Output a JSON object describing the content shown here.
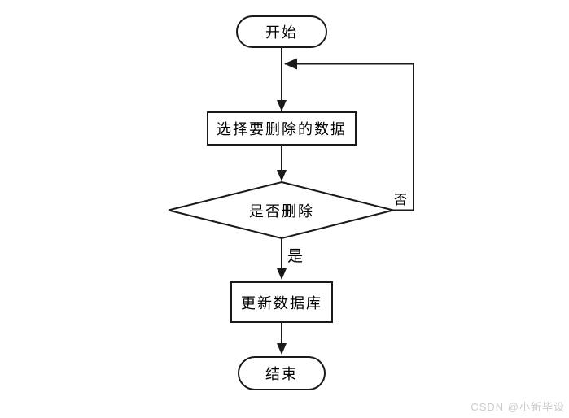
{
  "page": {
    "background_color": "#ffffff",
    "line_color": "#1a1a1a",
    "node_fill_color": "#ffffff",
    "text_color": "#000000",
    "watermark_color": "#cbcbcb"
  },
  "flowchart": {
    "nodes": {
      "start": {
        "type": "terminator",
        "label": "开始"
      },
      "select_data": {
        "type": "process",
        "label": "选择要删除的数据"
      },
      "confirm_delete": {
        "type": "decision",
        "label": "是否删除"
      },
      "update_db": {
        "type": "process",
        "label": "更新数据库"
      },
      "end": {
        "type": "terminator",
        "label": "结束"
      }
    },
    "edges": {
      "yes_label": "是",
      "no_label": "否"
    },
    "flow_description": [
      "start -> select_data",
      "select_data -> confirm_delete",
      "confirm_delete -(是)-> update_db",
      "confirm_delete -(否)-> loop back above select_data",
      "update_db -> end"
    ]
  },
  "watermark": {
    "text": "CSDN @小新毕设"
  }
}
